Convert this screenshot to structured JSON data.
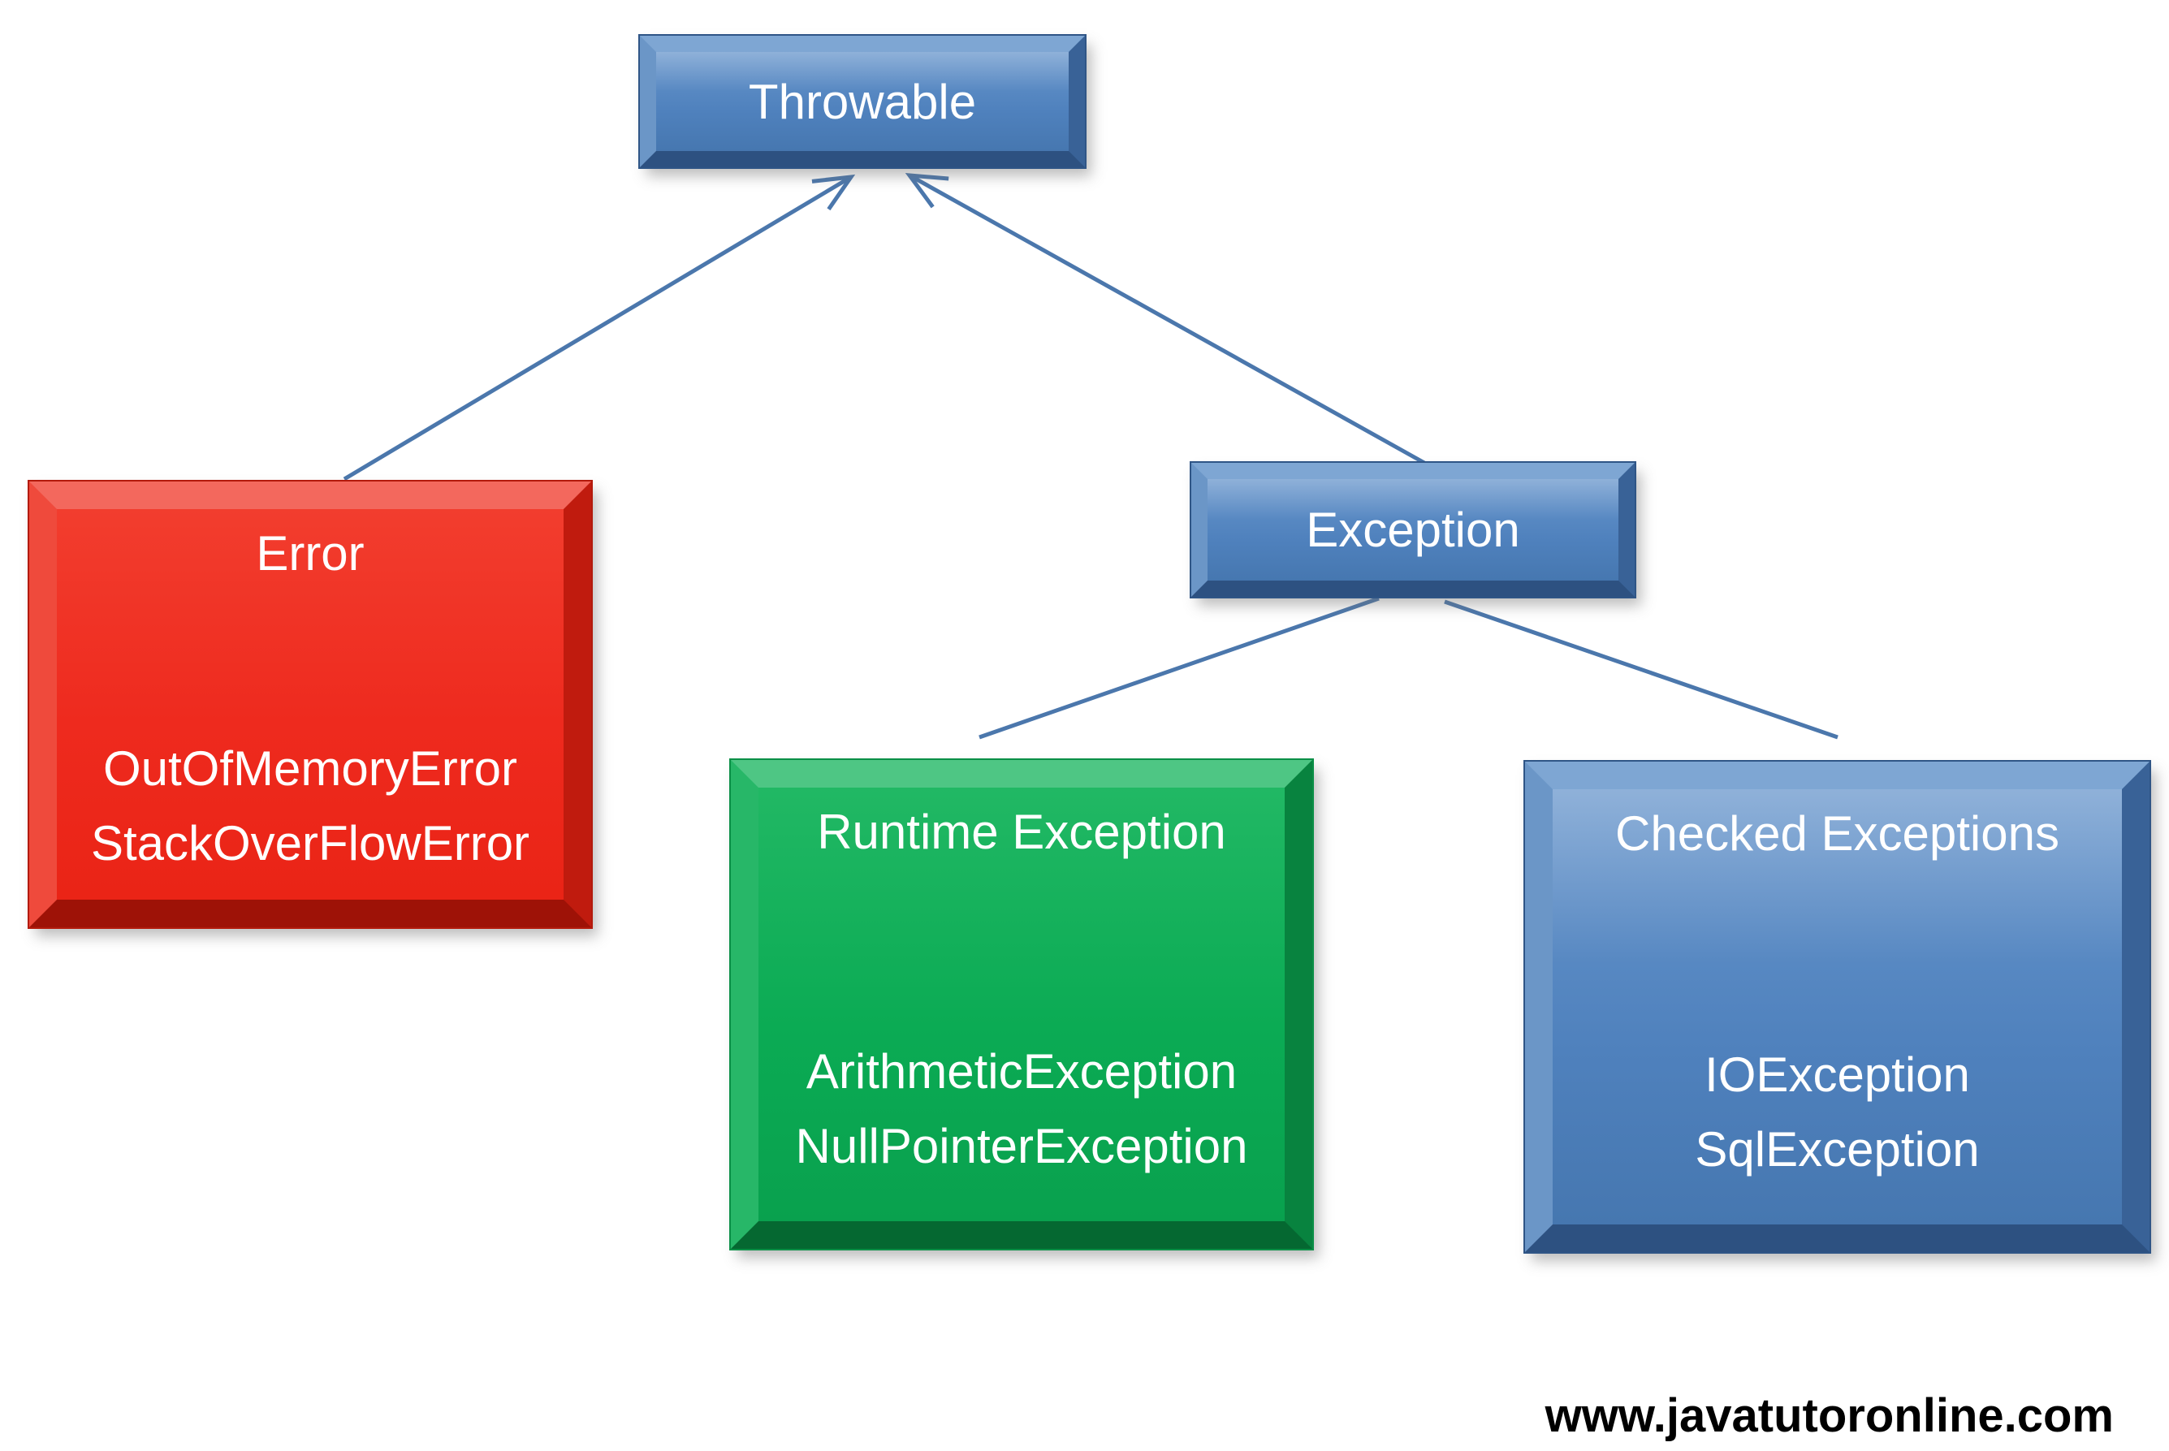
{
  "diagram": {
    "watermark": "www.javatutoronline.com",
    "line_color": "#4b77ac",
    "nodes": [
      {
        "id": "throwable",
        "label": "Throwable",
        "color": "#4f81bd",
        "items": []
      },
      {
        "id": "error",
        "label": "Error",
        "color": "#ee2a1e",
        "items": [
          "OutOfMemoryError",
          "StackOverFlowError"
        ]
      },
      {
        "id": "exception",
        "label": "Exception",
        "color": "#4f81bd",
        "items": []
      },
      {
        "id": "runtime-exception",
        "label": "Runtime Exception",
        "color": "#0bab54",
        "items": [
          "ArithmeticException",
          "NullPointerException"
        ]
      },
      {
        "id": "checked-exceptions",
        "label": "Checked Exceptions",
        "color": "#4f81bd",
        "items": [
          "IOException",
          "SqlException"
        ]
      }
    ],
    "edges": [
      {
        "from": "error",
        "to": "throwable",
        "arrow": true
      },
      {
        "from": "exception",
        "to": "throwable",
        "arrow": true
      },
      {
        "from": "exception",
        "to": "runtime-exception",
        "arrow": false
      },
      {
        "from": "exception",
        "to": "checked-exceptions",
        "arrow": false
      }
    ]
  }
}
